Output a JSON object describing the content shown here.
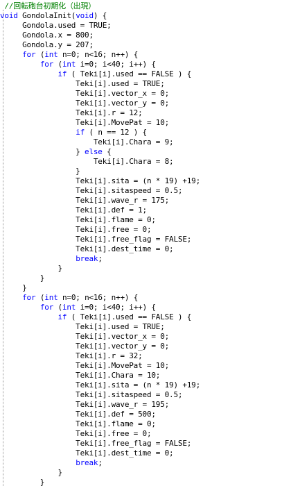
{
  "editor": {
    "lines": [
      [
        {
          "k": "txt",
          "t": " "
        },
        {
          "k": "cmt",
          "t": "//回転砲台初期化（出現）"
        }
      ],
      [
        {
          "k": "kw",
          "t": "void"
        },
        {
          "k": "txt",
          "t": " GondolaInit("
        },
        {
          "k": "kw",
          "t": "void"
        },
        {
          "k": "txt",
          "t": ") {"
        }
      ],
      [
        {
          "k": "txt",
          "t": "     Gondola.used = TRUE;"
        }
      ],
      [
        {
          "k": "txt",
          "t": "     Gondola.x = 800;"
        }
      ],
      [
        {
          "k": "txt",
          "t": "     Gondola.y = 207;"
        }
      ],
      [
        {
          "k": "txt",
          "t": "     "
        },
        {
          "k": "kw",
          "t": "for"
        },
        {
          "k": "txt",
          "t": " ("
        },
        {
          "k": "kw",
          "t": "int"
        },
        {
          "k": "txt",
          "t": " n=0; n<16; n++) {"
        }
      ],
      [
        {
          "k": "txt",
          "t": "         "
        },
        {
          "k": "kw",
          "t": "for"
        },
        {
          "k": "txt",
          "t": " ("
        },
        {
          "k": "kw",
          "t": "int"
        },
        {
          "k": "txt",
          "t": " i=0; i<40; i++) {"
        }
      ],
      [
        {
          "k": "txt",
          "t": "             "
        },
        {
          "k": "kw",
          "t": "if"
        },
        {
          "k": "txt",
          "t": " ( Teki[i].used == FALSE ) {"
        }
      ],
      [
        {
          "k": "txt",
          "t": "                 Teki[i].used = TRUE;"
        }
      ],
      [
        {
          "k": "txt",
          "t": "                 Teki[i].vector_x = 0;"
        }
      ],
      [
        {
          "k": "txt",
          "t": "                 Teki[i].vector_y = 0;"
        }
      ],
      [
        {
          "k": "txt",
          "t": "                 Teki[i].r = 12;"
        }
      ],
      [
        {
          "k": "txt",
          "t": "                 Teki[i].MovePat = 10;"
        }
      ],
      [
        {
          "k": "txt",
          "t": "                 "
        },
        {
          "k": "kw",
          "t": "if"
        },
        {
          "k": "txt",
          "t": " ( n == 12 ) {"
        }
      ],
      [
        {
          "k": "txt",
          "t": "                     Teki[i].Chara = 9;"
        }
      ],
      [
        {
          "k": "txt",
          "t": "                 } "
        },
        {
          "k": "kw",
          "t": "else"
        },
        {
          "k": "txt",
          "t": " {"
        }
      ],
      [
        {
          "k": "txt",
          "t": "                     Teki[i].Chara = 8;"
        }
      ],
      [
        {
          "k": "txt",
          "t": "                 }"
        }
      ],
      [
        {
          "k": "txt",
          "t": "                 Teki[i].sita = (n * 19) +19;"
        }
      ],
      [
        {
          "k": "txt",
          "t": "                 Teki[i].sitaspeed = 0.5;"
        }
      ],
      [
        {
          "k": "txt",
          "t": "                 Teki[i].wave_r = 175;"
        }
      ],
      [
        {
          "k": "txt",
          "t": "                 Teki[i].def = 1;"
        }
      ],
      [
        {
          "k": "txt",
          "t": "                 Teki[i].flame = 0;"
        }
      ],
      [
        {
          "k": "txt",
          "t": "                 Teki[i].free = 0;"
        }
      ],
      [
        {
          "k": "txt",
          "t": "                 Teki[i].free_flag = FALSE;"
        }
      ],
      [
        {
          "k": "txt",
          "t": "                 Teki[i].dest_time = 0;"
        }
      ],
      [
        {
          "k": "txt",
          "t": "                 "
        },
        {
          "k": "kw",
          "t": "break"
        },
        {
          "k": "txt",
          "t": ";"
        }
      ],
      [
        {
          "k": "txt",
          "t": "             }"
        }
      ],
      [
        {
          "k": "txt",
          "t": "         }"
        }
      ],
      [
        {
          "k": "txt",
          "t": "     }"
        }
      ],
      [
        {
          "k": "txt",
          "t": "     "
        },
        {
          "k": "kw",
          "t": "for"
        },
        {
          "k": "txt",
          "t": " ("
        },
        {
          "k": "kw",
          "t": "int"
        },
        {
          "k": "txt",
          "t": " n=0; n<16; n++) {"
        }
      ],
      [
        {
          "k": "txt",
          "t": "         "
        },
        {
          "k": "kw",
          "t": "for"
        },
        {
          "k": "txt",
          "t": " ("
        },
        {
          "k": "kw",
          "t": "int"
        },
        {
          "k": "txt",
          "t": " i=0; i<40; i++) {"
        }
      ],
      [
        {
          "k": "txt",
          "t": "             "
        },
        {
          "k": "kw",
          "t": "if"
        },
        {
          "k": "txt",
          "t": " ( Teki[i].used == FALSE ) {"
        }
      ],
      [
        {
          "k": "txt",
          "t": "                 Teki[i].used = TRUE;"
        }
      ],
      [
        {
          "k": "txt",
          "t": "                 Teki[i].vector_x = 0;"
        }
      ],
      [
        {
          "k": "txt",
          "t": "                 Teki[i].vector_y = 0;"
        }
      ],
      [
        {
          "k": "txt",
          "t": "                 Teki[i].r = 32;"
        }
      ],
      [
        {
          "k": "txt",
          "t": "                 Teki[i].MovePat = 10;"
        }
      ],
      [
        {
          "k": "txt",
          "t": "                 Teki[i].Chara = 10;"
        }
      ],
      [
        {
          "k": "txt",
          "t": "                 Teki[i].sita = (n * 19) +19;"
        }
      ],
      [
        {
          "k": "txt",
          "t": "                 Teki[i].sitaspeed = 0.5;"
        }
      ],
      [
        {
          "k": "txt",
          "t": "                 Teki[i].wave_r = 195;"
        }
      ],
      [
        {
          "k": "txt",
          "t": "                 Teki[i].def = 500;"
        }
      ],
      [
        {
          "k": "txt",
          "t": "                 Teki[i].flame = 0;"
        }
      ],
      [
        {
          "k": "txt",
          "t": "                 Teki[i].free = 0;"
        }
      ],
      [
        {
          "k": "txt",
          "t": "                 Teki[i].free_flag = FALSE;"
        }
      ],
      [
        {
          "k": "txt",
          "t": "                 Teki[i].dest_time = 0;"
        }
      ],
      [
        {
          "k": "txt",
          "t": "                 "
        },
        {
          "k": "kw",
          "t": "break"
        },
        {
          "k": "txt",
          "t": ";"
        }
      ],
      [
        {
          "k": "txt",
          "t": "             }"
        }
      ],
      [
        {
          "k": "txt",
          "t": "         }"
        }
      ]
    ]
  },
  "colors": {
    "background": "#ffffff",
    "keyword": "#0000ff",
    "comment": "#008000",
    "text": "#000000"
  }
}
